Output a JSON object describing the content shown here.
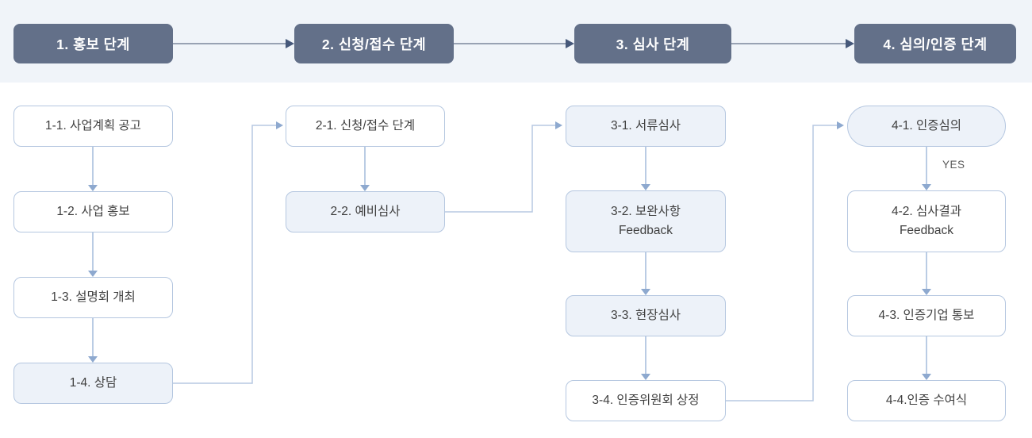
{
  "flow": {
    "stages": [
      {
        "label": "1. 홍보 단계"
      },
      {
        "label": "2. 신청/접수 단계"
      },
      {
        "label": "3. 심사 단계"
      },
      {
        "label": "4. 심의/인증 단계"
      }
    ],
    "columns": [
      {
        "nodes": [
          {
            "label": "1-1. 사업계획 공고"
          },
          {
            "label": "1-2. 사업 홍보"
          },
          {
            "label": "1-3. 설명회 개최"
          },
          {
            "label": "1-4. 상담"
          }
        ]
      },
      {
        "nodes": [
          {
            "label": "2-1. 신청/접수 단계"
          },
          {
            "label": "2-2. 예비심사"
          }
        ]
      },
      {
        "nodes": [
          {
            "label": "3-1. 서류심사"
          },
          {
            "label": "3-2. 보완사항\nFeedback"
          },
          {
            "label": "3-3. 현장심사"
          },
          {
            "label": "3-4. 인증위원회 상정"
          }
        ]
      },
      {
        "nodes": [
          {
            "label": "4-1. 인증심의"
          },
          {
            "label": "4-2. 심사결과\nFeedback"
          },
          {
            "label": "4-3. 인증기업 통보"
          },
          {
            "label": "4-4.인증 수여식"
          }
        ]
      }
    ],
    "yes_label": "YES"
  },
  "colors": {
    "header_bg": "#637089",
    "header_text": "#ffffff",
    "band_bg": "#f0f4f9",
    "node_border": "#b5c7e0",
    "node_fill": "#ffffff",
    "node_fill_light": "#edf2f9",
    "node_text": "#3f3f3f",
    "arrow_line": "#a9bfde",
    "arrow_head": "#8ea9cf",
    "wire_line": "#b7c8e2",
    "header_arrow_line": "#98a2b3",
    "header_arrow_head": "#46587a",
    "yes_text": "#5a5a5a"
  }
}
